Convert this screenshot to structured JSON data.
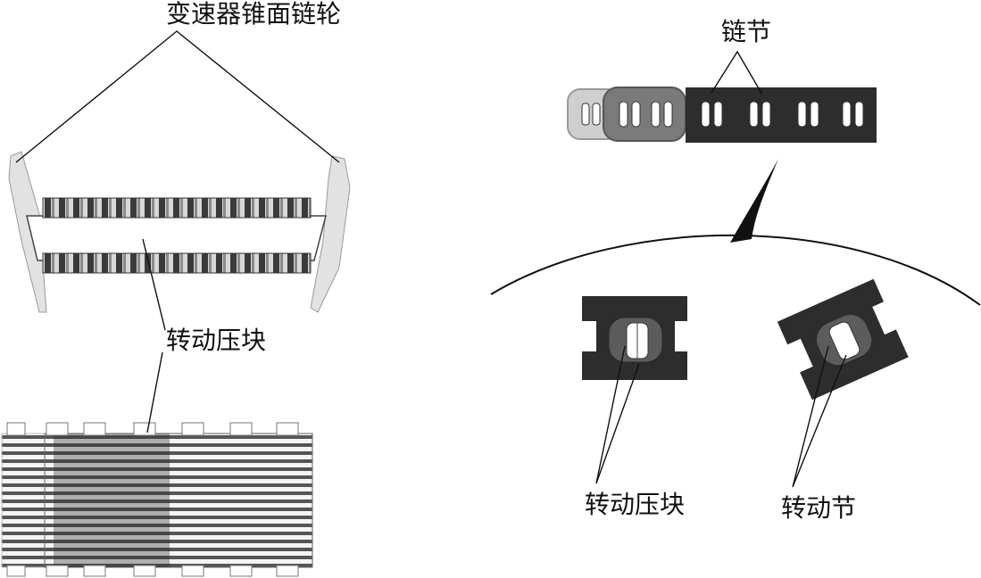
{
  "labels": {
    "cone_sprocket": "变速器锥面链轮",
    "rocker_block_left": "转动压块",
    "chain_link": "链节",
    "rocker_block_right": "转动压块",
    "rocker_joint": "转动节"
  },
  "colors": {
    "ink": "#111111",
    "dark_link": "#2d2d2d",
    "mid_link": "#6e6e6e",
    "light_link": "#bdbdbd",
    "cone_shade": "#e2e2e2"
  }
}
